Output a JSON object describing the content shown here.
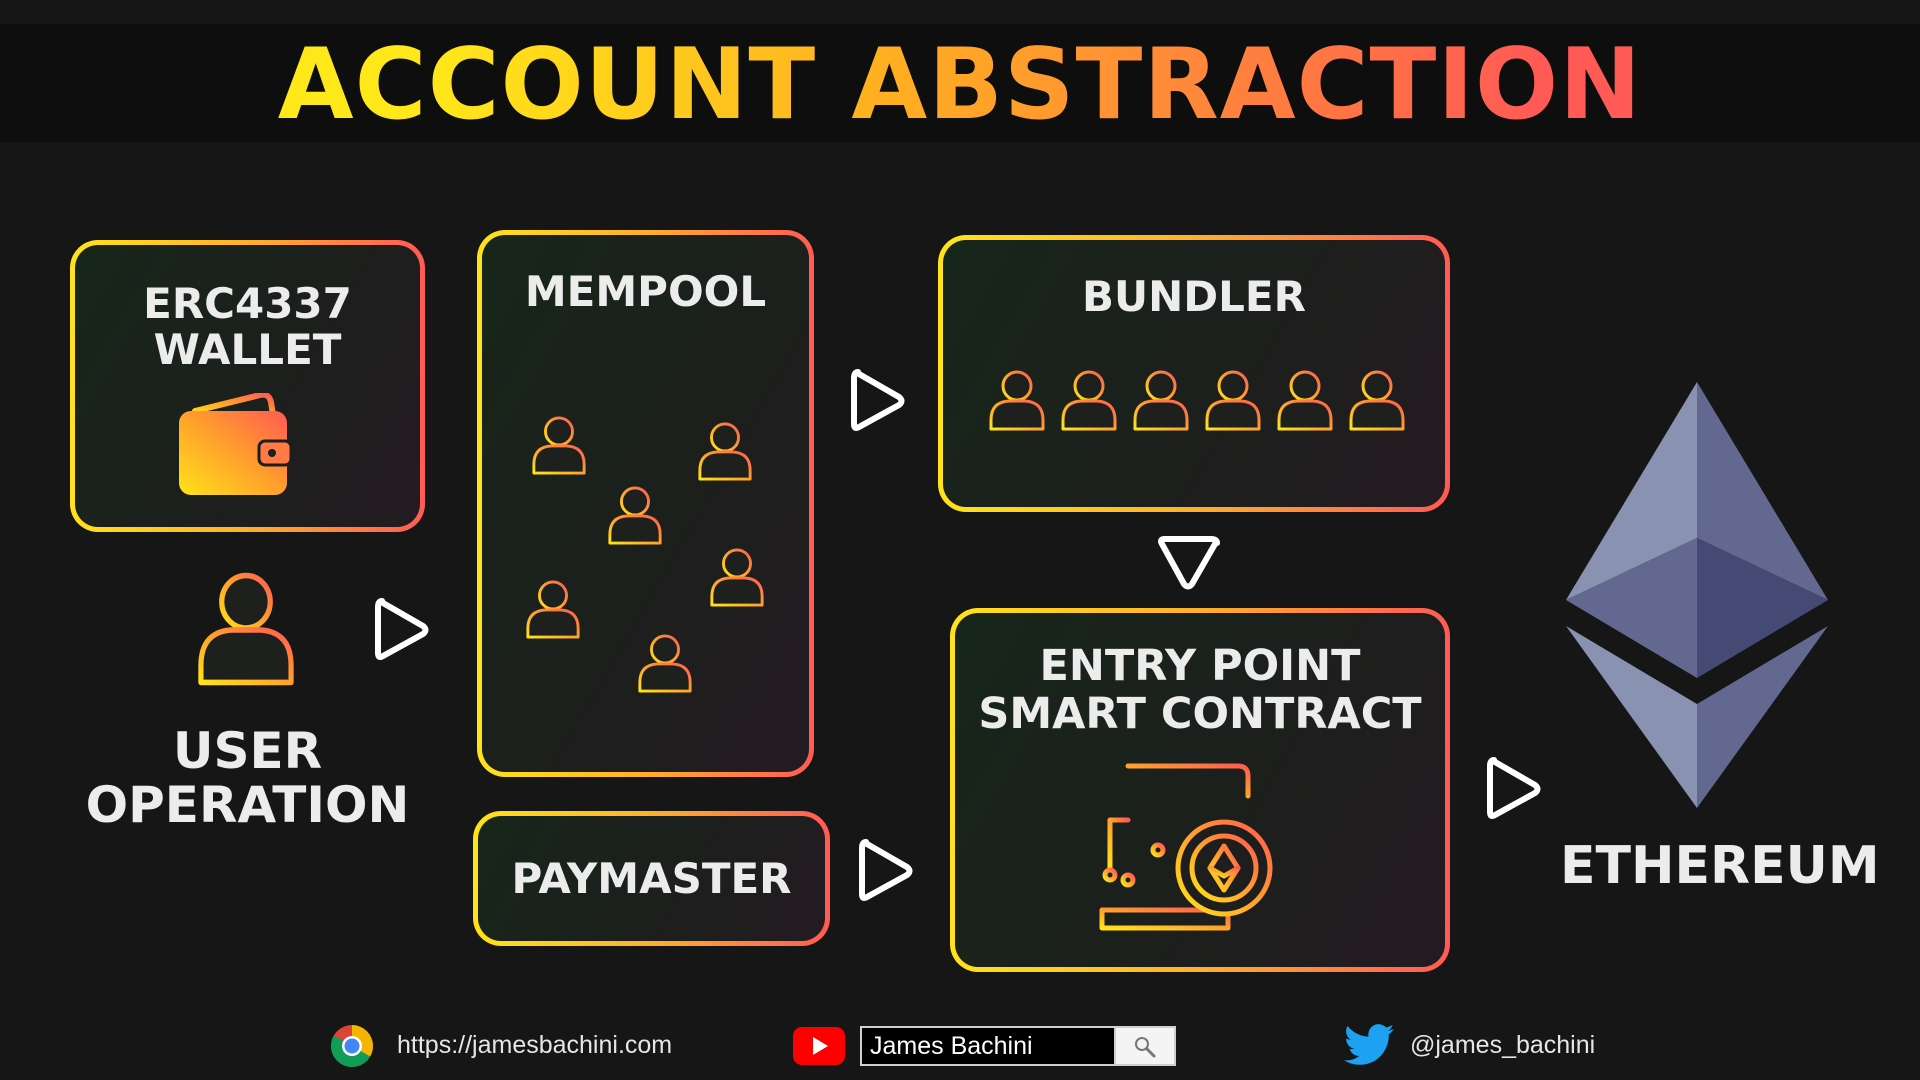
{
  "title": "ACCOUNT ABSTRACTION",
  "wallet_box": {
    "line1": "ERC4337",
    "line2": "WALLET",
    "icon": "wallet-icon"
  },
  "user_operation": {
    "line1": "USER",
    "line2": "OPERATION",
    "icon": "user-icon"
  },
  "mempool_box": {
    "title": "MEMPOOL",
    "users": 6
  },
  "bundler_box": {
    "title": "BUNDLER",
    "users": 6
  },
  "entry_point_box": {
    "line1": "ENTRY POINT",
    "line2": "SMART CONTRACT",
    "icon": "smart-contract-icon"
  },
  "paymaster_box": {
    "title": "PAYMASTER"
  },
  "ethereum": {
    "label": "ETHEREUM",
    "icon": "ethereum-logo"
  },
  "footer": {
    "website": "https://jamesbachini.com",
    "youtube_search": "James Bachini",
    "twitter": "@james_bachini"
  },
  "colors": {
    "gradient_start": "#ffe31a",
    "gradient_end": "#ff5a55",
    "background": "#161616"
  }
}
